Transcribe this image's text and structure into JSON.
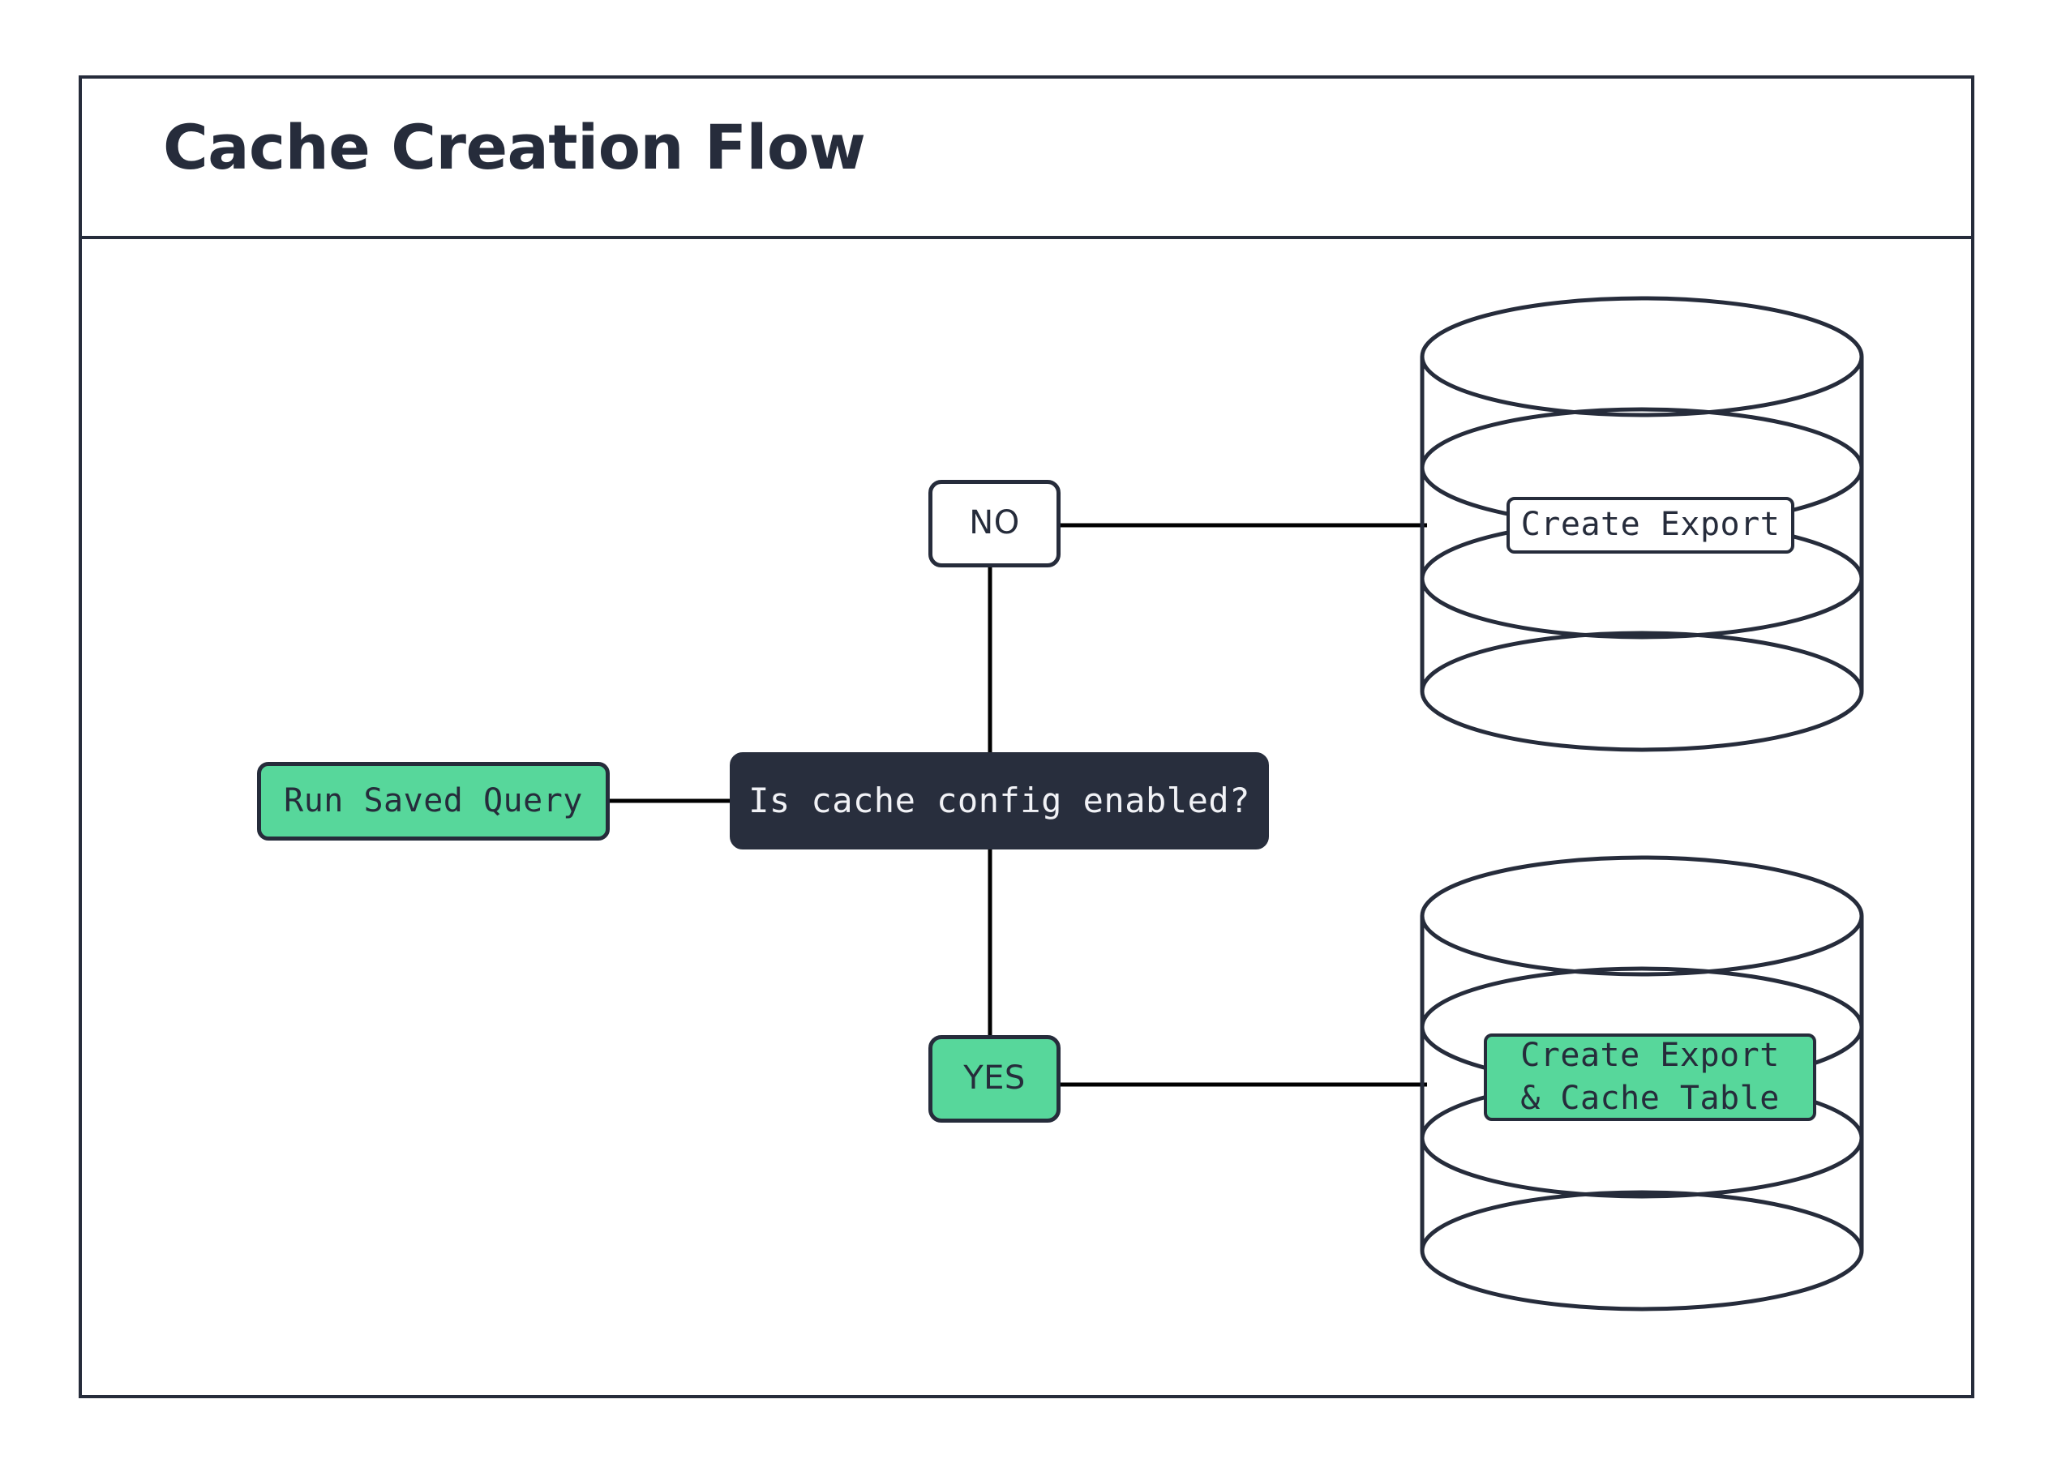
{
  "diagram": {
    "title": "Cache Creation Flow",
    "type": "flowchart",
    "accent_green": "#57d79b",
    "dark_navy": "#262c3b",
    "background": "#ffffff",
    "nodes": [
      {
        "id": "start",
        "label": "Run Saved Query",
        "shape": "rounded-rect",
        "fill": "#57d79b"
      },
      {
        "id": "decision",
        "label": "Is cache config enabled?",
        "shape": "rounded-rect",
        "fill": "#282e3d"
      },
      {
        "id": "branch_no",
        "label": "NO",
        "shape": "rounded-rect",
        "fill": "#ffffff"
      },
      {
        "id": "branch_yes",
        "label": "YES",
        "shape": "rounded-rect",
        "fill": "#57d79b"
      },
      {
        "id": "db_export",
        "label": "Create Export",
        "shape": "cylinder",
        "fill": "#ffffff"
      },
      {
        "id": "db_export_cache",
        "label": "Create Export\n& Cache Table",
        "shape": "cylinder",
        "fill": "#57d79b"
      }
    ],
    "edges": [
      {
        "from": "start",
        "to": "decision",
        "label": ""
      },
      {
        "from": "decision",
        "to": "branch_no",
        "label": "NO"
      },
      {
        "from": "decision",
        "to": "branch_yes",
        "label": "YES"
      },
      {
        "from": "branch_no",
        "to": "db_export",
        "label": ""
      },
      {
        "from": "branch_yes",
        "to": "db_export_cache",
        "label": ""
      }
    ]
  }
}
